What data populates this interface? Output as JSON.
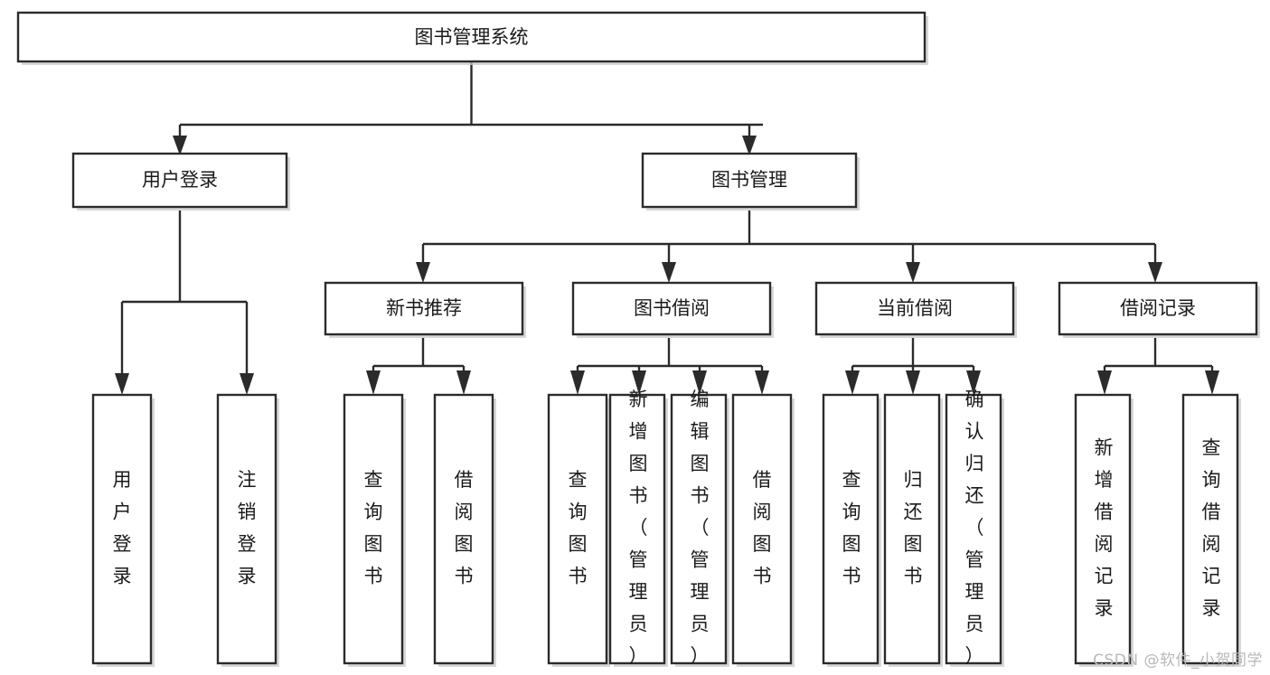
{
  "diagram": {
    "type": "tree-hierarchy-chart",
    "title_node": {
      "label": "图书管理系统"
    },
    "level2": [
      {
        "id": "user-login",
        "label": "用户登录"
      },
      {
        "id": "book-management",
        "label": "图书管理"
      }
    ],
    "level3": [
      {
        "id": "new-book-recommend",
        "label": "新书推荐",
        "parent": "book-management"
      },
      {
        "id": "book-borrow",
        "label": "图书借阅",
        "parent": "book-management"
      },
      {
        "id": "current-borrow",
        "label": "当前借阅",
        "parent": "book-management"
      },
      {
        "id": "borrow-record",
        "label": "借阅记录",
        "parent": "book-management"
      }
    ],
    "leaves": [
      {
        "id": "leaf-user-login",
        "label": "用户登录",
        "parent": "user-login"
      },
      {
        "id": "leaf-logout-login",
        "label": "注销登录",
        "parent": "user-login"
      },
      {
        "id": "leaf-query-book-1",
        "label": "查询图书",
        "parent": "new-book-recommend"
      },
      {
        "id": "leaf-borrow-book-1",
        "label": "借阅图书",
        "parent": "new-book-recommend"
      },
      {
        "id": "leaf-query-book-2",
        "label": "查询图书",
        "parent": "book-borrow"
      },
      {
        "id": "leaf-add-book",
        "label": "新增图书（管理员）",
        "parent": "book-borrow"
      },
      {
        "id": "leaf-edit-book",
        "label": "编辑图书（管理员）",
        "parent": "book-borrow"
      },
      {
        "id": "leaf-borrow-book-2",
        "label": "借阅图书",
        "parent": "book-borrow"
      },
      {
        "id": "leaf-query-book-3",
        "label": "查询图书",
        "parent": "current-borrow"
      },
      {
        "id": "leaf-return-book",
        "label": "归还图书",
        "parent": "current-borrow"
      },
      {
        "id": "leaf-confirm-return",
        "label": "确认归还（管理员）",
        "parent": "current-borrow"
      },
      {
        "id": "leaf-add-record",
        "label": "新增借阅记录",
        "parent": "borrow-record"
      },
      {
        "id": "leaf-query-record",
        "label": "查询借阅记录",
        "parent": "borrow-record"
      }
    ],
    "colors": {
      "stroke": "#2b2b2b",
      "fill": "#ffffff",
      "text": "#1a1a1a",
      "watermark": "#b8b8b8",
      "background": "#ffffff"
    }
  },
  "watermark": {
    "text": "CSDN @软件_小贺同学"
  }
}
